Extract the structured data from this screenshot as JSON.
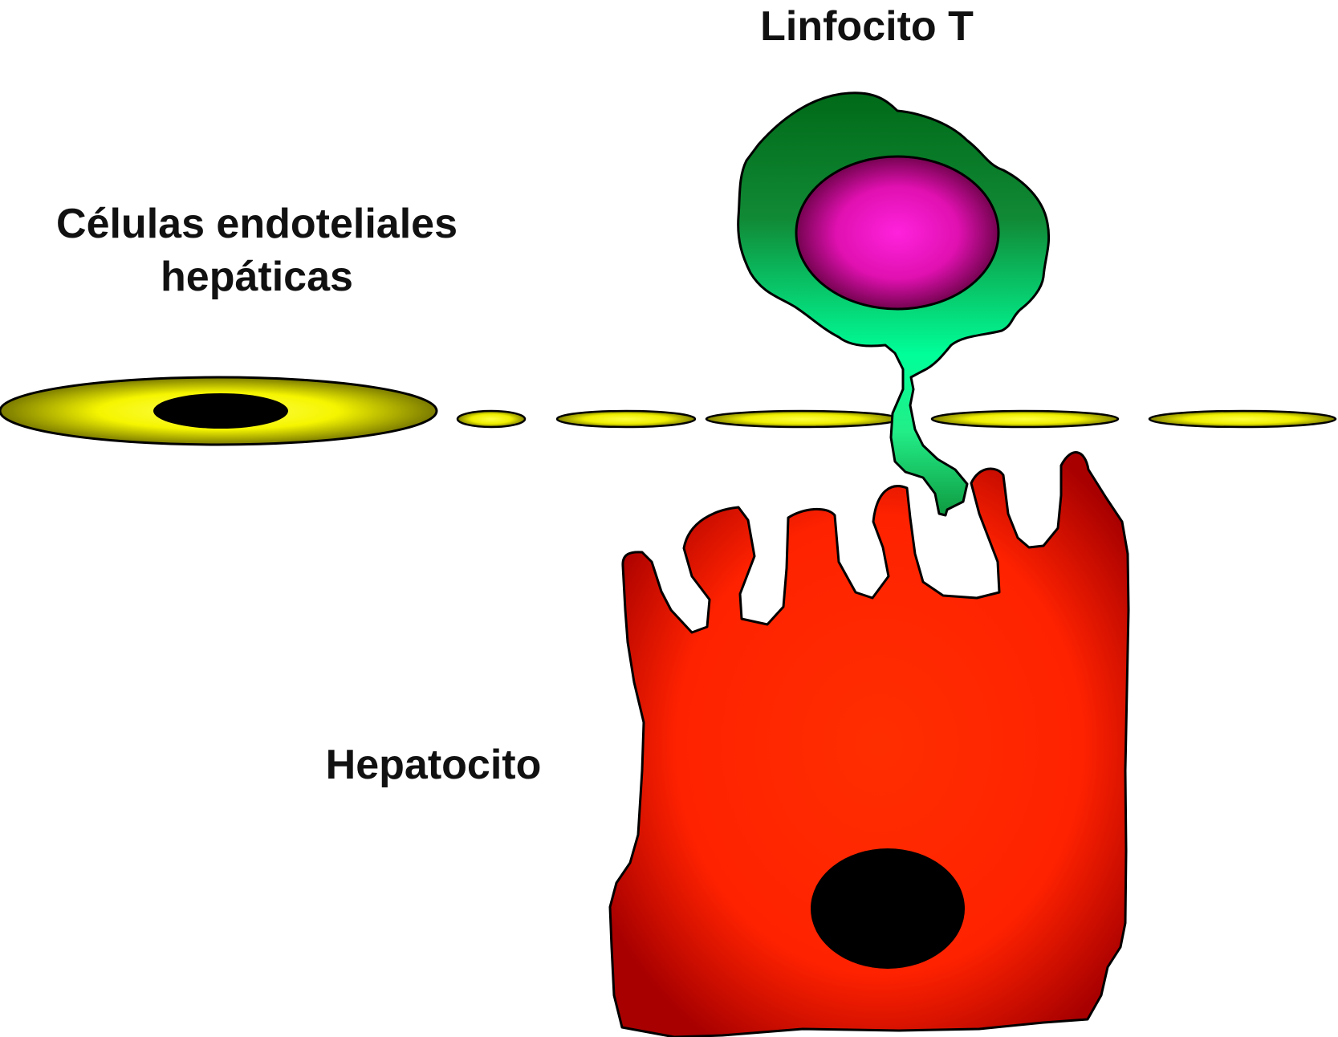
{
  "labels": {
    "t_lymphocyte": "Linfocito T",
    "endothelial_line1": "Células endoteliales",
    "endothelial_line2": "hepáticas",
    "hepatocyte": "Hepatocito"
  },
  "colors": {
    "tcell_dark": "#006b1a",
    "tcell_light": "#00ff99",
    "tcell_nucleus_center": "#ff1fd0",
    "tcell_nucleus_edge": "#6b0040",
    "endothelium_center": "#ffff33",
    "endothelium_edge": "#6b6b00",
    "hepatocyte_center": "#ff2a00",
    "hepatocyte_edge": "#b00000",
    "nucleus": "#000000",
    "outline": "#000000"
  }
}
